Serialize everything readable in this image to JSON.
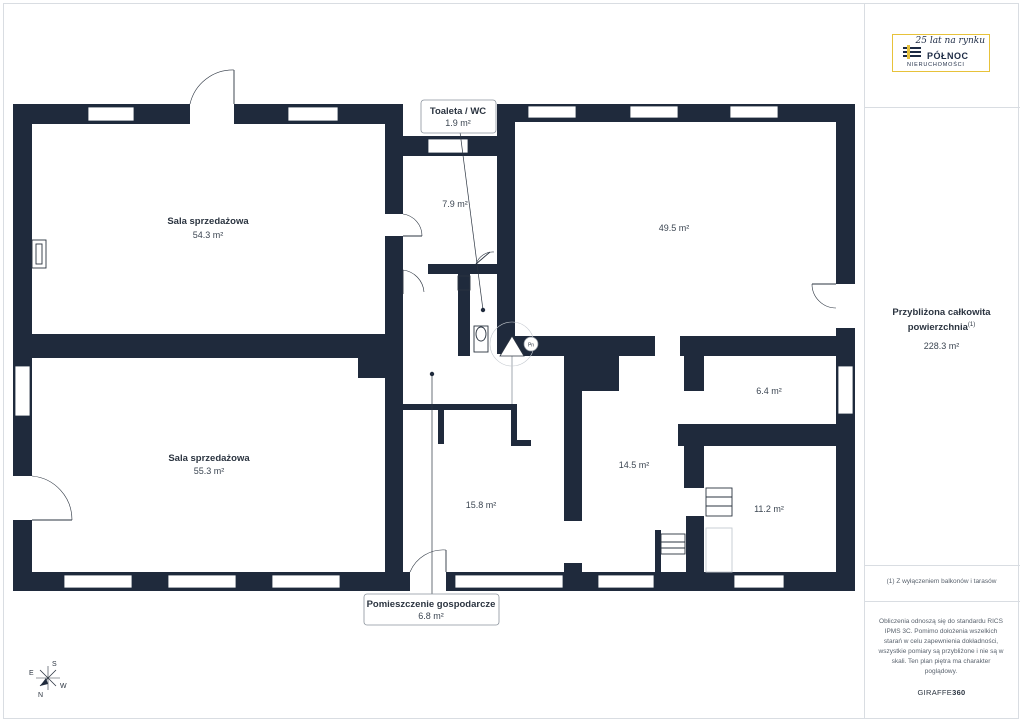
{
  "rooms": [
    {
      "id": "r1",
      "name": "Sala sprzedażowa",
      "area": "54.3 m²"
    },
    {
      "id": "r2",
      "name": "Sala sprzedażowa",
      "area": "55.3 m²"
    },
    {
      "id": "r3",
      "name": "",
      "area": "7.9 m²"
    },
    {
      "id": "r4",
      "name": "",
      "area": "49.5 m²"
    },
    {
      "id": "r5",
      "name": "",
      "area": "6.4 m²"
    },
    {
      "id": "r6",
      "name": "",
      "area": "14.5 m²"
    },
    {
      "id": "r7",
      "name": "",
      "area": "15.8 m²"
    },
    {
      "id": "r8",
      "name": "",
      "area": "11.2 m²"
    }
  ],
  "callouts": {
    "toilet": {
      "name": "Toaleta / WC",
      "area": "1.9 m²"
    },
    "utility": {
      "name": "Pomieszczenie gospodarcze",
      "area": "6.8 m²"
    }
  },
  "compass": {
    "n": "N",
    "e": "E",
    "s": "S",
    "w": "W"
  },
  "marker": "Pn",
  "logo": {
    "tagline": "25 lat na rynku",
    "name": "PÓŁNOC",
    "sub": "NIERUCHOMOŚCI"
  },
  "summary": {
    "label": "Przybliżona całkowita powierzchnia",
    "footnote_mark": "(1)",
    "value": "228.3 m²"
  },
  "footnote": "(1) Z wyłączeniem balkonów i tarasów",
  "disclaimer": "Obliczenia odnoszą się do standardu RICS IPMS 3C. Pomimo dołożenia wszelkich starań w celu zapewnienia dokładności, wszystkie pomiary są przybliżone i nie są w skali. Ten plan piętra ma charakter poglądowy.",
  "brand": {
    "prefix": "GIRAFFE",
    "suffix": "360"
  },
  "colors": {
    "wall": "#1f2a3c",
    "window": "#ffffff",
    "accent": "#e7c23a",
    "line": "#d9dde2"
  }
}
